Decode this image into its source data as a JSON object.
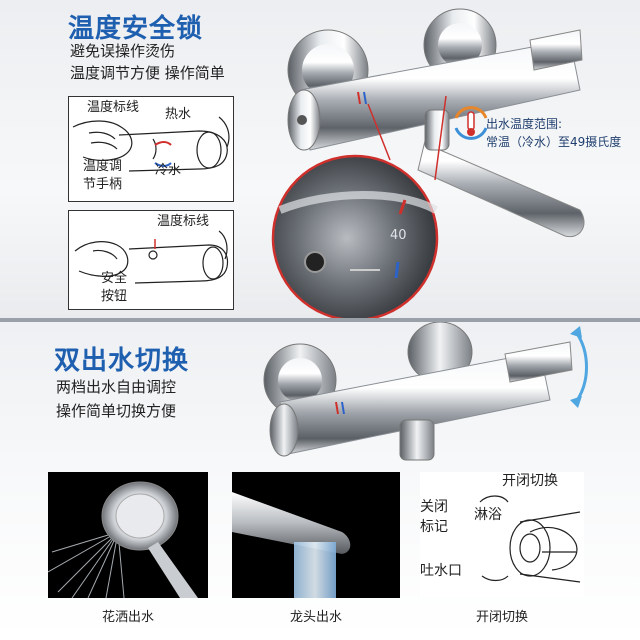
{
  "top": {
    "title": "温度安全锁",
    "desc_line1": "避免误操作烫伤",
    "desc_line2": "温度调节方便 操作简单",
    "sketch1": {
      "label_temp_line": "温度标线",
      "label_hot": "热水",
      "label_knob_1": "温度调",
      "label_knob_2": "节手柄",
      "label_cold": "冷水"
    },
    "sketch2": {
      "label_temp_line": "温度标线",
      "label_safety_1": "安全",
      "label_safety_2": "按钮"
    },
    "temp_note_line1": "出水温度范围:",
    "temp_note_line2": "常温（冷水）至49摄氏度",
    "zoom_dial": "40"
  },
  "bottom": {
    "title": "双出水切换",
    "desc_line1": "两档出水自由调控",
    "desc_line2": "操作简单切换方便",
    "caption_shower": "花洒出水",
    "caption_spout": "龙头出水",
    "caption_switch": "开闭切换",
    "switch_sketch": {
      "label_switch": "开闭切换",
      "label_close_1": "关闭",
      "label_close_2": "标记",
      "label_shower": "淋浴",
      "label_spout": "吐水口"
    }
  },
  "colors": {
    "title": "#1e5fb0",
    "hot": "#d0302c",
    "cold": "#2c63c8"
  }
}
